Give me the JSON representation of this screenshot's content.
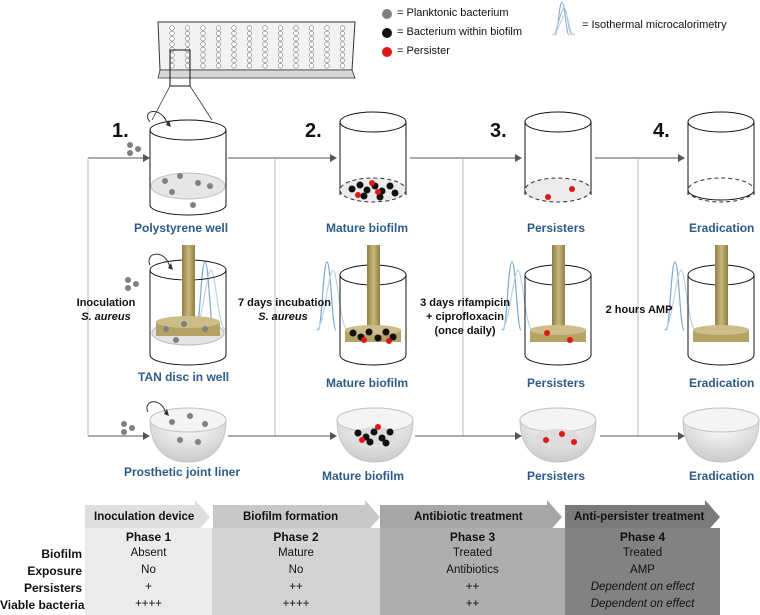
{
  "legend": {
    "planktonic": "= Planktonic bacterium",
    "biofilm": "= Bacterium within biofilm",
    "persister": "= Persister",
    "calorimetry": "= Isothermal microcalorimetry"
  },
  "phase_numbers": [
    "1.",
    "2.",
    "3.",
    "4."
  ],
  "row_labels": {
    "well": [
      "Polystyrene well",
      "Mature biofilm",
      "Persisters",
      "Eradication"
    ],
    "tan": [
      "TAN disc in well",
      "Mature biofilm",
      "Persisters",
      "Eradication"
    ],
    "liner": [
      "Prosthetic joint liner",
      "Mature biofilm",
      "Persisters",
      "Eradication"
    ]
  },
  "steps": {
    "s1_line1": "Inoculation",
    "s1_line2": "S. aureus",
    "s2_line1": "7 days incubation",
    "s2_line2": "S. aureus",
    "s3_line1": "3 days rifampicin",
    "s3_line2": "+ ciprofloxacin",
    "s3_line3": "(once daily)",
    "s4_line1": "2 hours AMP"
  },
  "arrows": [
    "Inoculation device",
    "Biofilm formation",
    "Antibiotic treatment",
    "Anti-persister treatment"
  ],
  "table": {
    "phases": [
      "Phase 1",
      "Phase 2",
      "Phase 3",
      "Phase 4"
    ],
    "rows": [
      {
        "label": "Biofilm",
        "values": [
          "Absent",
          "Mature",
          "Treated",
          "Treated"
        ]
      },
      {
        "label": "Exposure",
        "values": [
          "No",
          "No",
          "Antibiotics",
          "AMP"
        ]
      },
      {
        "label": "Persisters",
        "values": [
          "+",
          "++",
          "++",
          "Dependent on effect"
        ]
      },
      {
        "label": "Viable bacteria",
        "values": [
          "++++",
          "++++",
          "++",
          "Dependent on effect"
        ]
      }
    ]
  },
  "colors": {
    "label_blue": "#2c5b8a",
    "rod": "#b5a266",
    "persister": "#e01818",
    "planktonic": "#808080",
    "biofilm": "#111111",
    "col1": "#ebebeb",
    "col2": "#d3d3d3",
    "col3": "#aeaeae",
    "col4": "#828282"
  }
}
